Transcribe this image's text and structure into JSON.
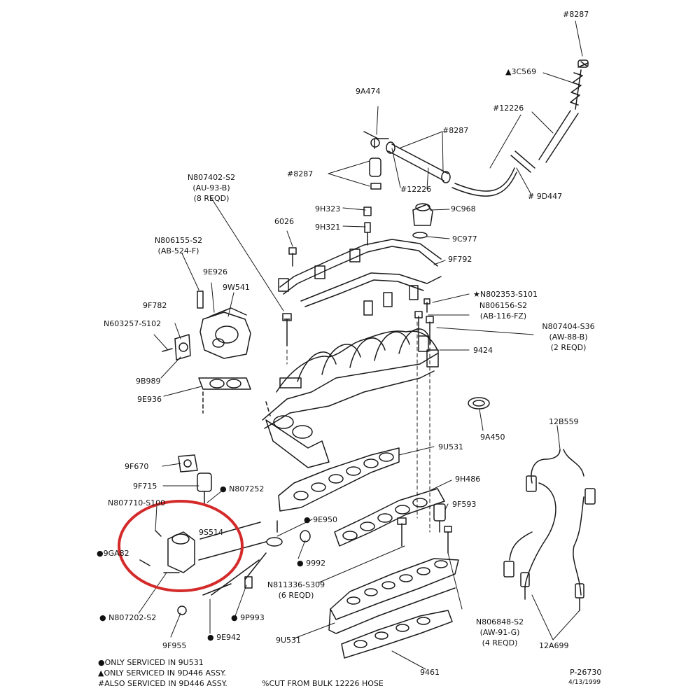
{
  "labels": {
    "p8287_top": "#8287",
    "p3C569": "▲3C569",
    "p9A474": "9A474",
    "p12226_top": "#12226",
    "p8287_mid": "#8287",
    "p8287_left": "#8287",
    "p12226_mid": "#12226",
    "p9D447": "# 9D447",
    "pN807402_a": "N807402-S2",
    "pN807402_b": "(AU-93-B)",
    "pN807402_c": "(8 REQD)",
    "p9H323": "9H323",
    "p9C968": "9C968",
    "p9H321": "9H321",
    "p6026": "6026",
    "p9C977": "9C977",
    "pN806155_a": "N806155-S2",
    "pN806155_b": "(AB-524-F)",
    "p9F792": "9F792",
    "p9E926": "9E926",
    "p9W541": "9W541",
    "pN802353": "★N802353-S101",
    "pN806156_a": "N806156-S2",
    "pN806156_b": "(AB-116-FZ)",
    "p9F782": "9F782",
    "pN603257": "N603257-S102",
    "pN807404_a": "N807404-S36",
    "pN807404_b": "(AW-88-B)",
    "pN807404_c": "(2 REQD)",
    "p9424": "9424",
    "p9B989": "9B989",
    "p9E936": "9E936",
    "p12B559": "12B559",
    "p9A450": "9A450",
    "p9U531_top": "9U531",
    "p9F670": "9F670",
    "p9H486": "9H486",
    "p9F715": "9F715",
    "pN807252": "● N807252",
    "pN807710": "N807710-S100",
    "p9F593": "9F593",
    "p9E950": "● 9E950",
    "p9S514": "9S514",
    "p9GA82": "●9GA82",
    "p9992": "● 9992",
    "pN811336_a": "N811336-S309",
    "pN811336_b": "(6 REQD)",
    "pN807202": "● N807202-S2",
    "p9P993": "● 9P993",
    "pN806848_a": "N806848-S2",
    "pN806848_b": "(AW-91-G)",
    "pN806848_c": "(4 REQD)",
    "p9F955": "9F955",
    "p9E942": "● 9E942",
    "p9U531_bot": "9U531",
    "p12A699": "12A699",
    "p9461": "9461",
    "pP26730": "P-26730",
    "pDate": "4/13/1999"
  },
  "legend": {
    "line1": "●ONLY SERVICED IN 9U531",
    "line2": "▲ONLY SERVICED IN 9D446 ASSY.",
    "line3": "#ALSO SERVICED IN 9D446 ASSY.",
    "line4": "%CUT FROM BULK 12226 HOSE"
  },
  "colors": {
    "ink": "#1a1a1a",
    "highlight": "#d42a2a"
  }
}
